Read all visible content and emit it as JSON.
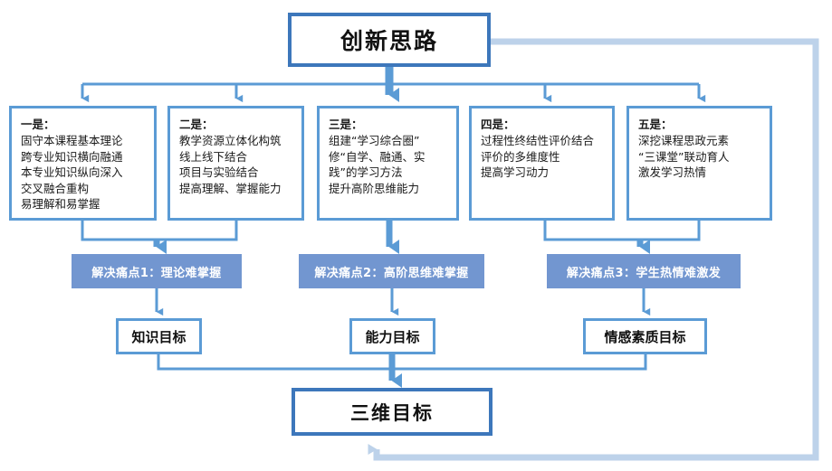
{
  "title": {
    "text": "创新思路"
  },
  "ideas": [
    {
      "name": "idea-1",
      "head": "一是：",
      "lines": [
        "固守本课程基本理论",
        "跨专业知识横向融通",
        "本专业知识纵向深入",
        "交叉融合重构",
        "易理解和易掌握"
      ]
    },
    {
      "name": "idea-2",
      "head": "二是：",
      "lines": [
        "教学资源立体化构筑",
        "线上线下结合",
        "项目与实验结合",
        "提高理解、掌握能力"
      ]
    },
    {
      "name": "idea-3",
      "head": "三是：",
      "lines": [
        "组建“学习综合圈”",
        "修“自学、融通、实",
        "践”的学习方法",
        "提升高阶思维能力"
      ]
    },
    {
      "name": "idea-4",
      "head": "四是：",
      "lines": [
        "过程性终结性评价结合",
        "评价的多维度性",
        "提高学习动力"
      ]
    },
    {
      "name": "idea-5",
      "head": "五是：",
      "lines": [
        "深挖课程思政元素",
        "“三课堂”联动育人",
        "激发学习热情"
      ]
    }
  ],
  "painpoints": [
    {
      "name": "painpoint-1",
      "label": "解决痛点1：理论难掌握"
    },
    {
      "name": "painpoint-2",
      "label": "解决痛点2：高阶思维难掌握"
    },
    {
      "name": "painpoint-3",
      "label": "解决痛点3：学生热情难激发"
    }
  ],
  "goals": [
    {
      "name": "goal-knowledge",
      "label": "知识目标"
    },
    {
      "name": "goal-ability",
      "label": "能力目标"
    },
    {
      "name": "goal-emotion",
      "label": "情感素质目标"
    }
  ],
  "final": {
    "label": "三维目标"
  },
  "colors": {
    "border_blue": "#5b9bd5",
    "border_dark_blue": "#3d77bb",
    "bar_fill": "#7296d0",
    "connector": "#5b9bd5",
    "feedback_loop": "#bdd2ea",
    "text": "#1a1a1a",
    "bar_text": "#ffffff",
    "background": "#ffffff"
  }
}
